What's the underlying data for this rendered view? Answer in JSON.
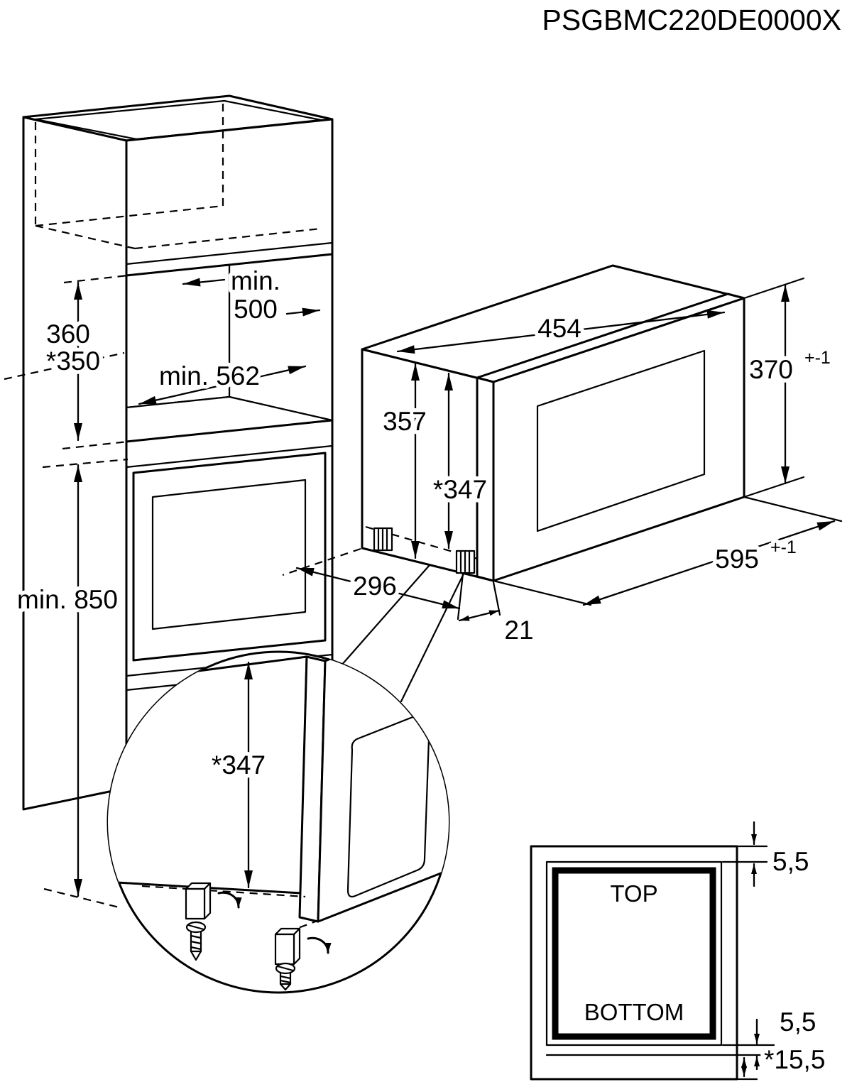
{
  "title": "PSGBMC220DE0000X",
  "colors": {
    "ink": "#1a1a1a",
    "line": "#000000",
    "background": "#ffffff"
  },
  "cabinet": {
    "niche_width_label": "min.",
    "niche_width_value": "500",
    "niche_depth": "min. 562",
    "niche_height": "360",
    "niche_height_adjusted": "*350",
    "floor_clearance": "min. 850"
  },
  "microwave": {
    "body_width": "454",
    "body_height": "357",
    "body_height_adjusted": "*347",
    "door_height": "370",
    "door_height_tolerance": "+-1",
    "door_width": "595",
    "door_width_tolerance": "+-1",
    "feet_inset_depth": "296",
    "feet_offset": "21"
  },
  "detail": {
    "height_adjusted": "*347"
  },
  "front_view": {
    "top_label": "TOP",
    "bottom_label": "BOTTOM",
    "top_gap": "5,5",
    "bottom_gap": "5,5",
    "bottom_gap_adjusted": "*15,5"
  }
}
